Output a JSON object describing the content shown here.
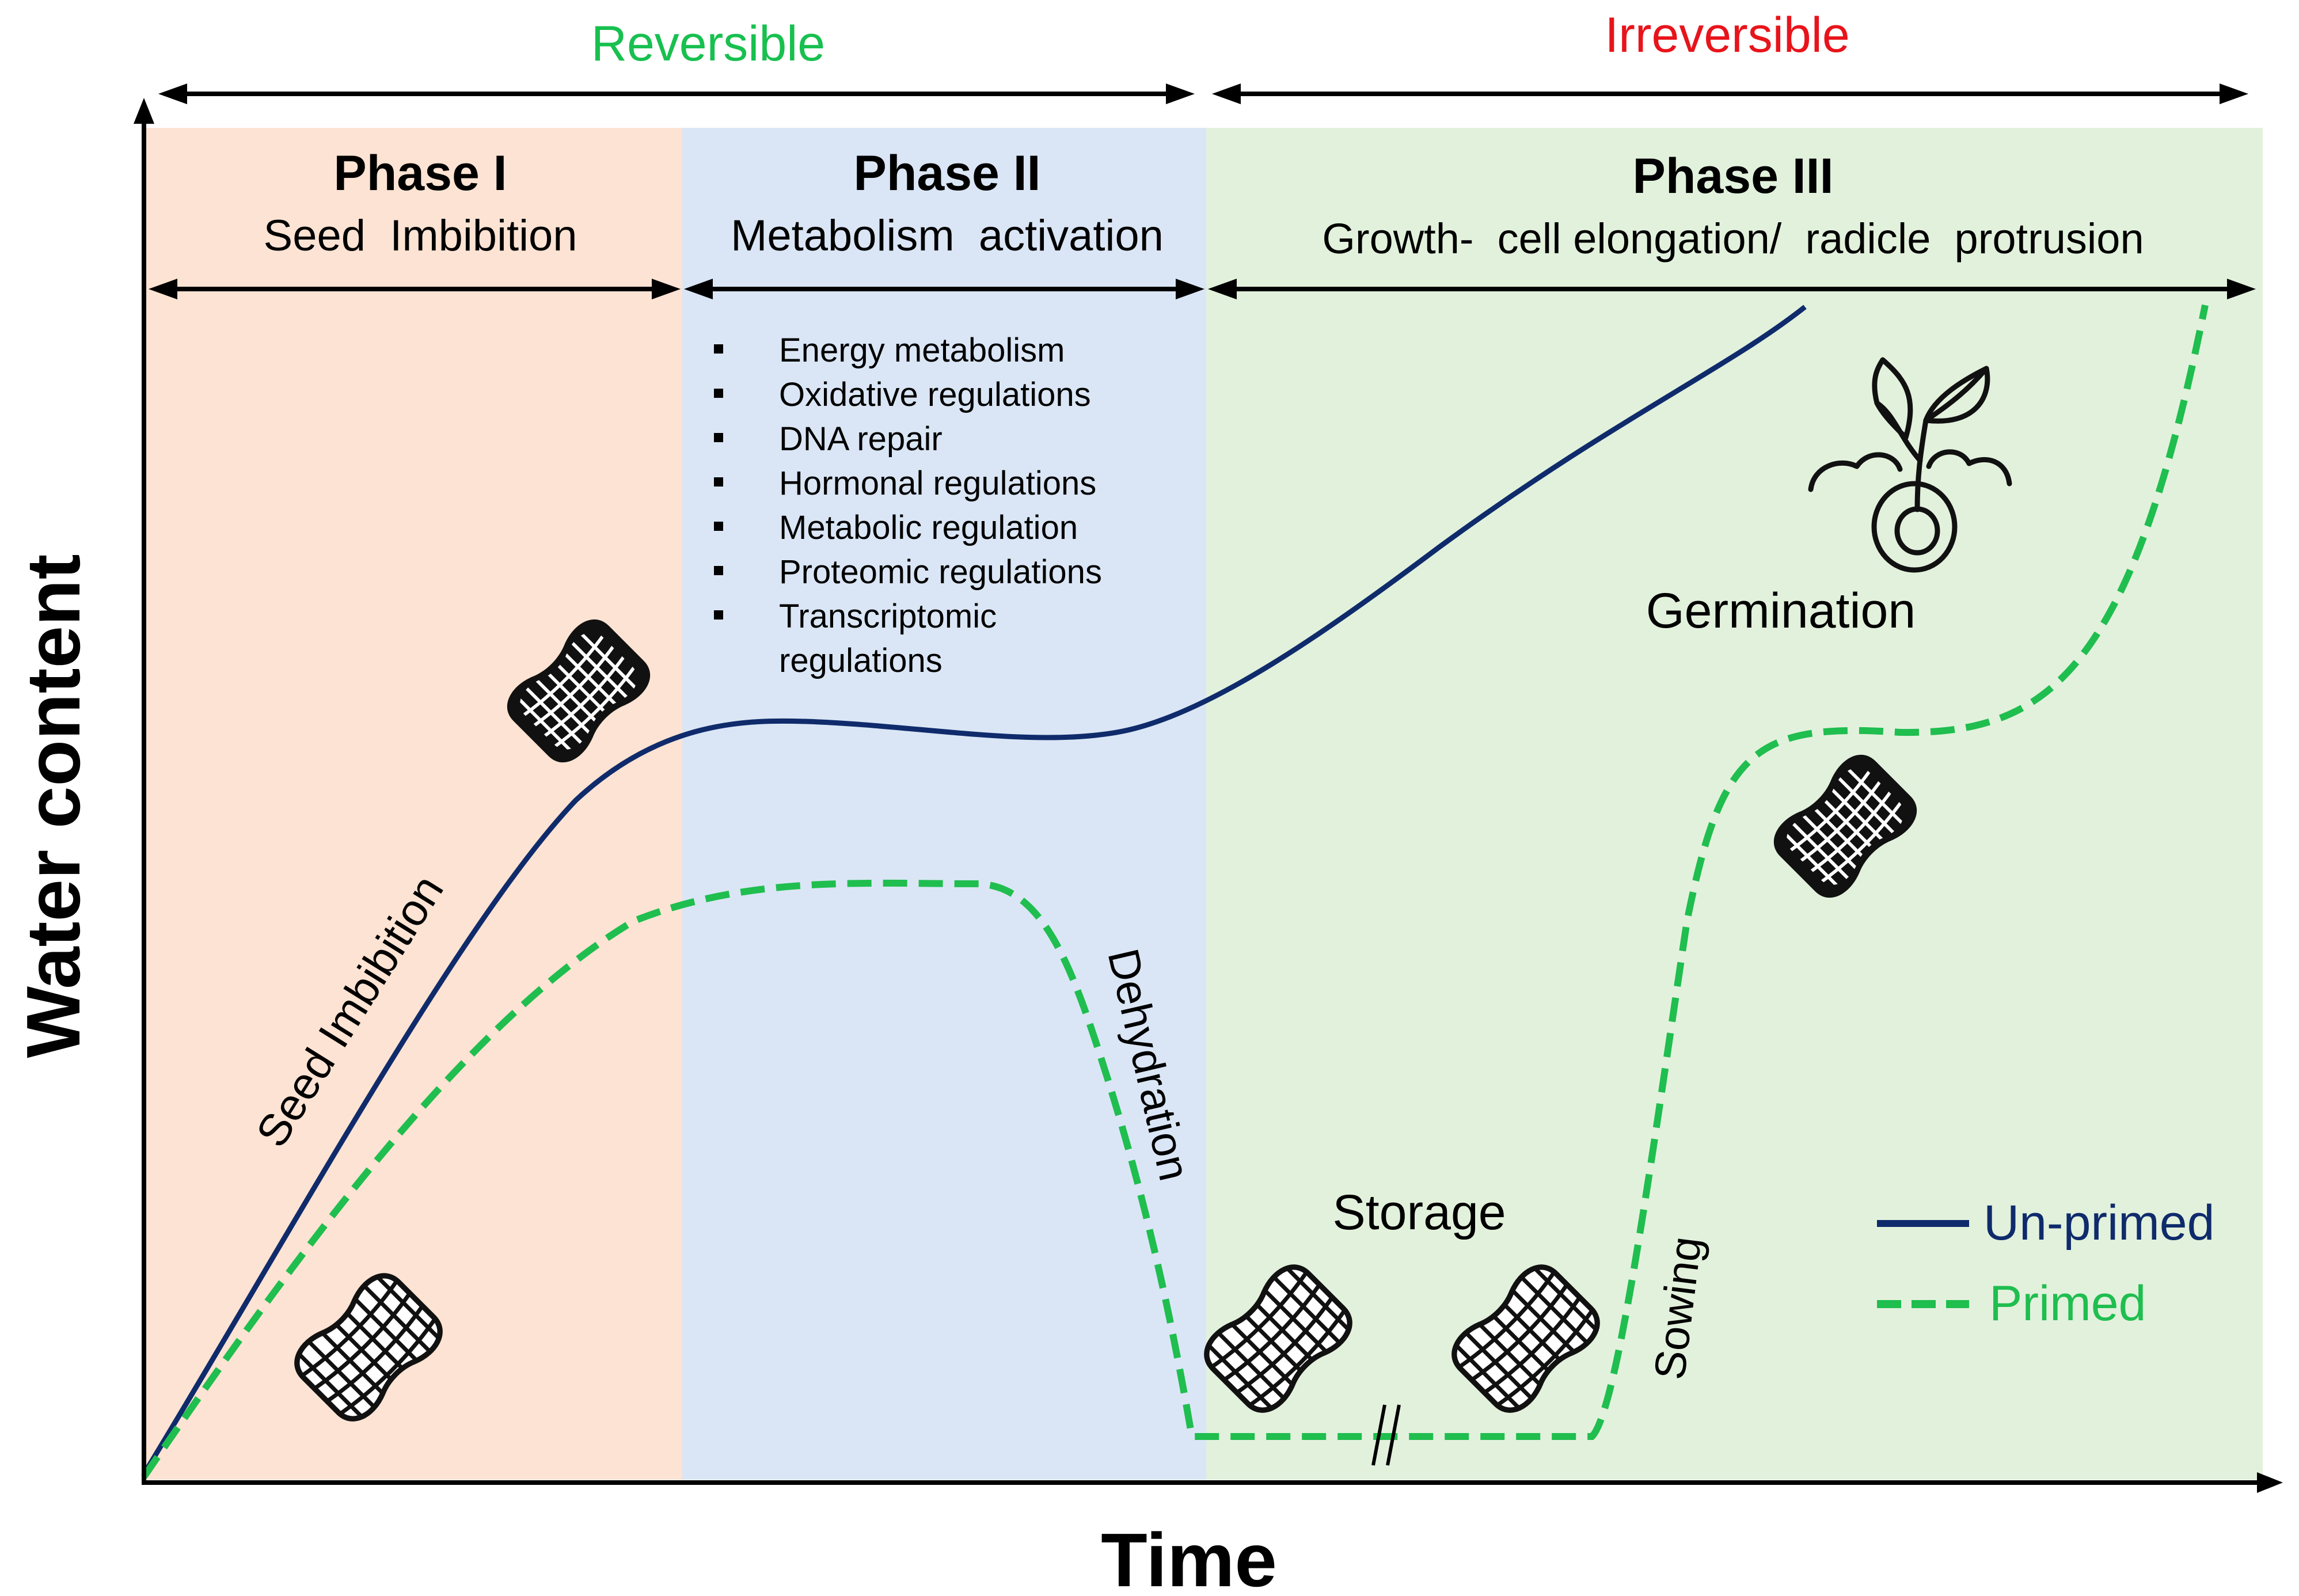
{
  "diagram": {
    "top_labels": {
      "reversible": "Reversible",
      "irreversible": "Irreversible"
    },
    "phases": [
      {
        "title": "Phase I",
        "subtitle": "Seed  Imbibition",
        "color": "#fde3d3"
      },
      {
        "title": "Phase II",
        "subtitle": "Metabolism  activation",
        "color": "#dae6f5"
      },
      {
        "title": "Phase III",
        "subtitle": "Growth-  cell elongation/  radicle  protrusion",
        "color": "#e2f1dc"
      }
    ],
    "phase2_bullets": [
      "Energy metabolism",
      "Oxidative regulations",
      "DNA repair",
      "Hormonal regulations",
      "Metabolic regulation",
      "Proteomic regulations",
      "Transcriptomic",
      "regulations"
    ],
    "curve_labels": {
      "seed_imbibition": "Seed Imbibition",
      "dehydration": "Dehydration",
      "storage": "Storage",
      "sowing": "Sowing",
      "germination": "Germination"
    },
    "axes": {
      "y_label": "Water content",
      "x_label": "Time"
    },
    "legend": [
      {
        "name": "Un-primed",
        "color": "#0f2b6b",
        "style": "solid"
      },
      {
        "name": "Primed",
        "color": "#1fbe4f",
        "style": "dashed"
      }
    ],
    "colors": {
      "reversible": "#18c04f",
      "irreversible": "#e8141b",
      "unprimed": "#0f2b6b",
      "primed": "#1fbe4f",
      "axis": "#000000"
    },
    "icons": {
      "peanut_dark": "peanut-dark-icon",
      "peanut_outline": "peanut-outline-icon",
      "seedling": "seedling-icon"
    }
  }
}
